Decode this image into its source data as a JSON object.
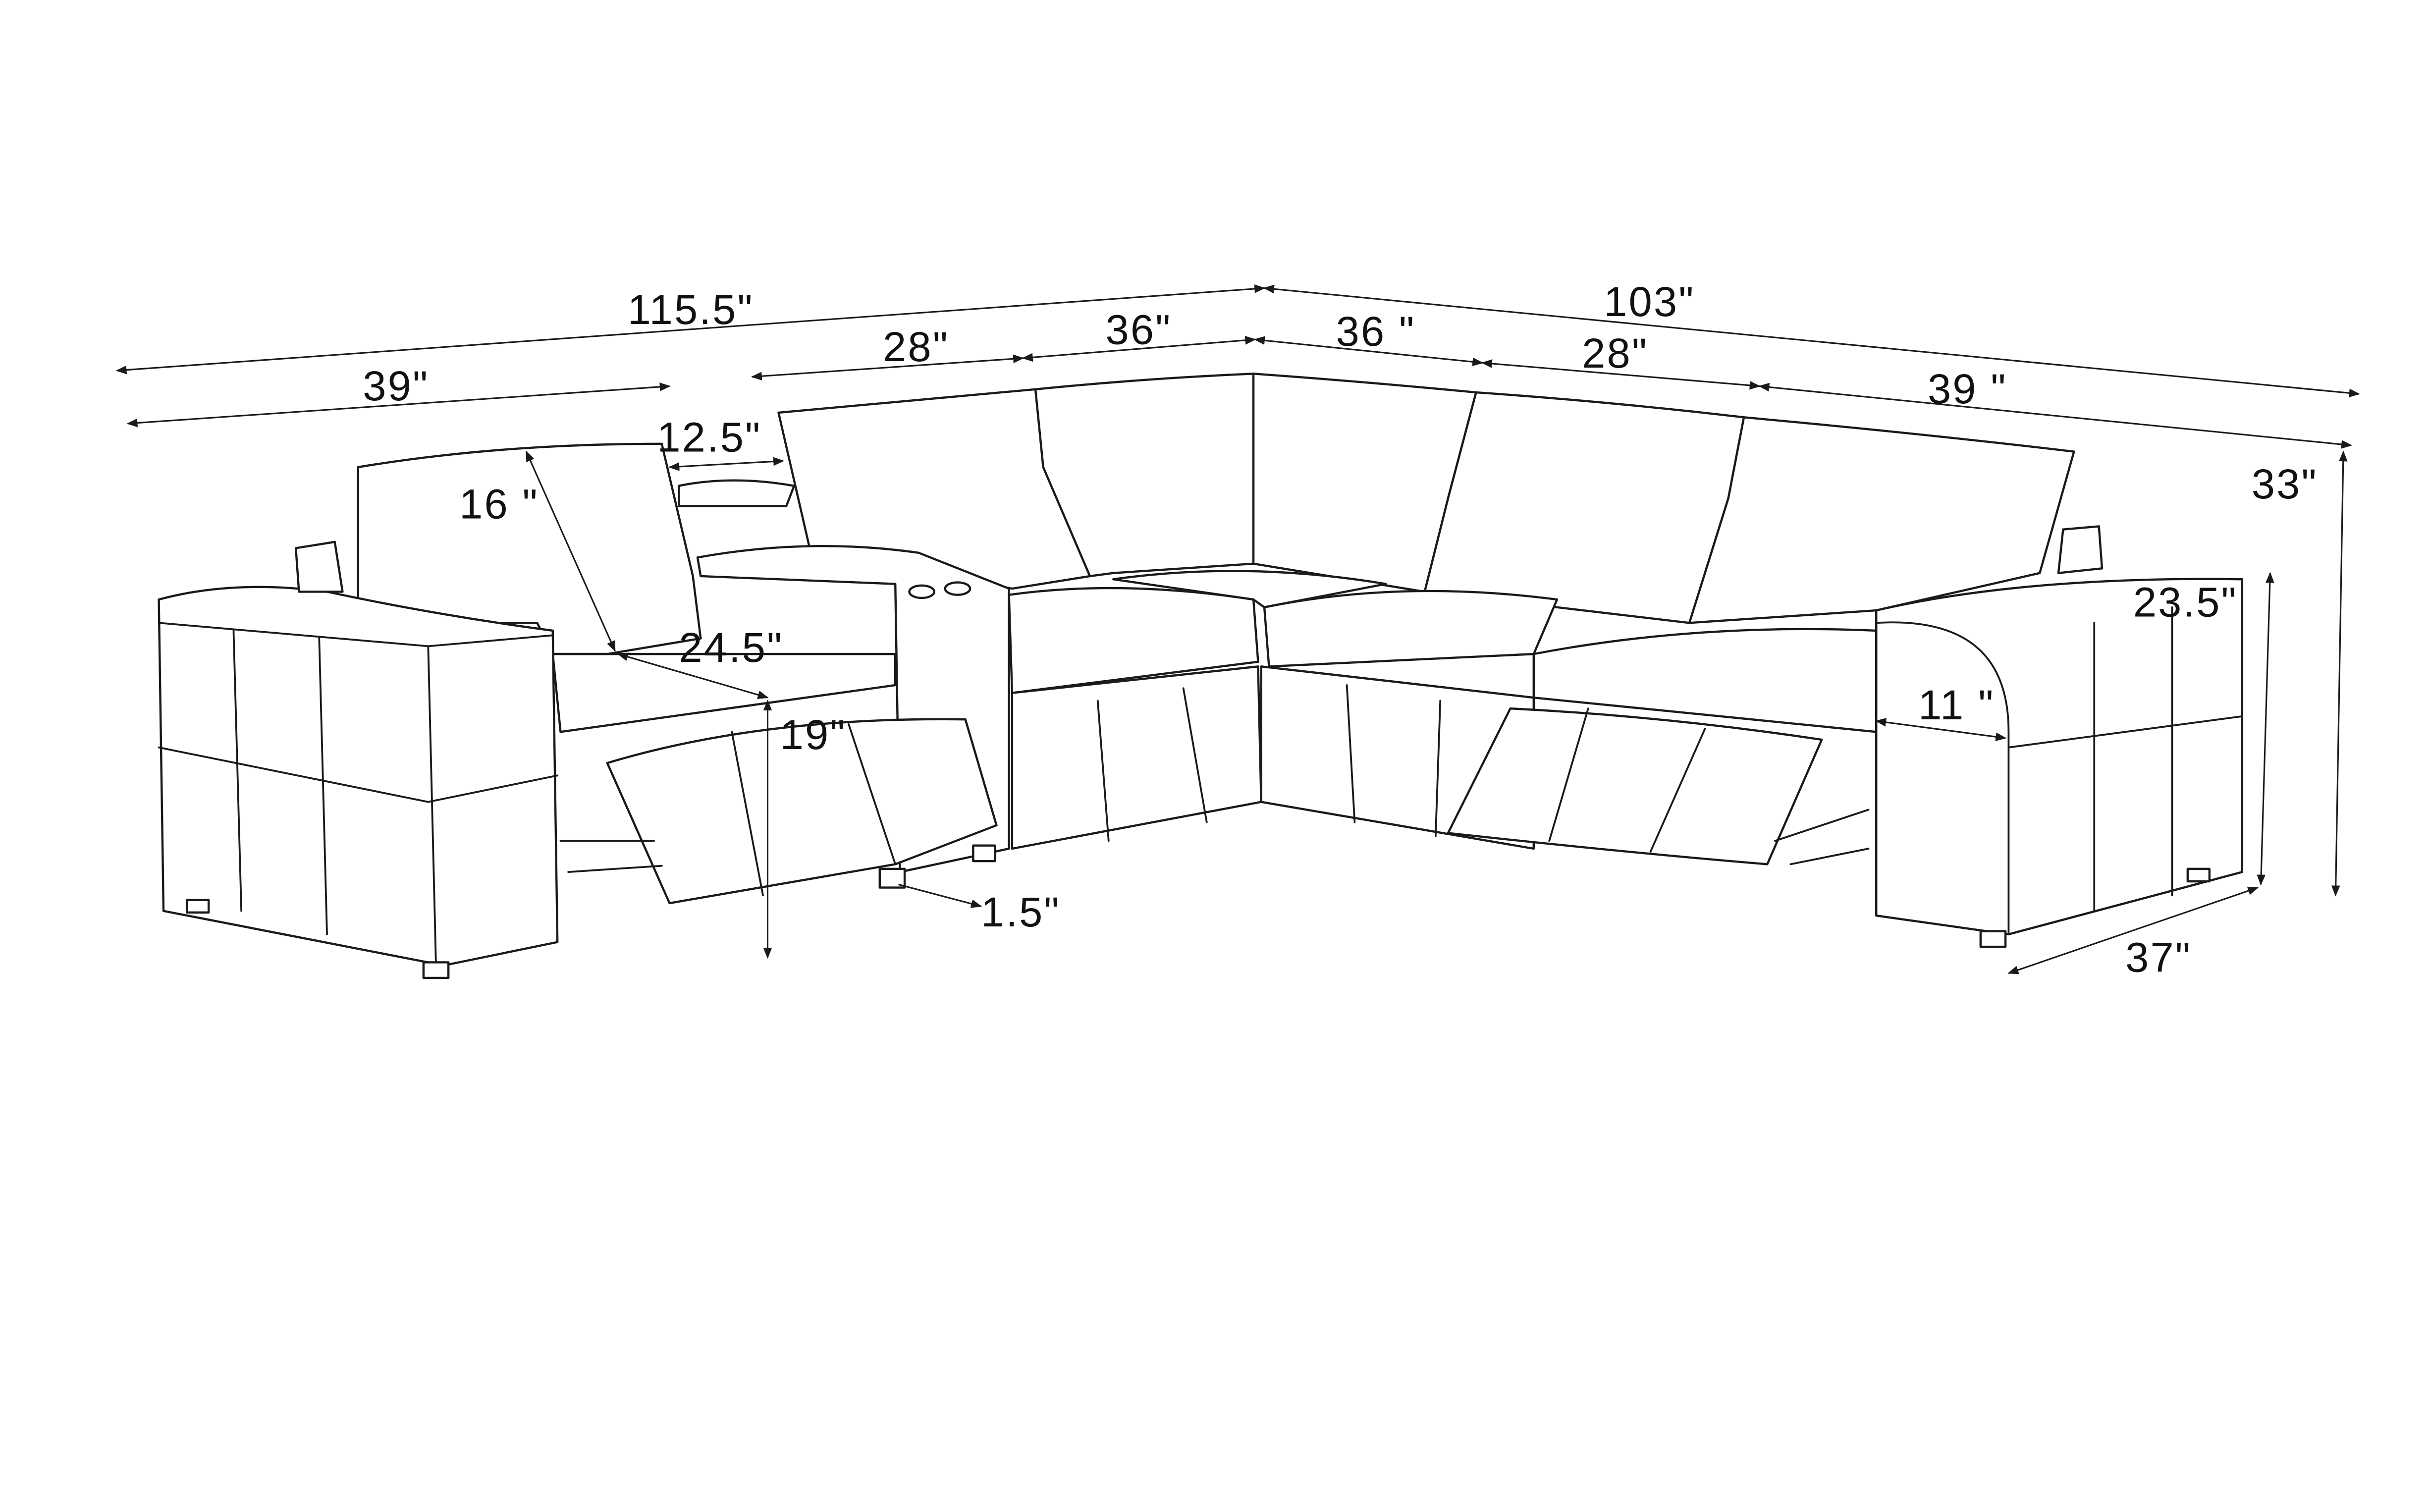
{
  "title": "Sectional sofa dimension drawing",
  "dimensions": {
    "total_left_width": "115.5\"",
    "total_right_width": "103\"",
    "left_chaise_width": "39\"",
    "left_back_seat": "28\"",
    "left_corner_seat": "36\"",
    "right_corner_seat": "36 \"",
    "right_back_seat": "28\"",
    "right_end_width": "39 \"",
    "console_width": "12.5\"",
    "backrest_height": "16 \"",
    "seat_depth": "24.5\"",
    "seat_height": "19\"",
    "leg_height": "1.5\"",
    "total_height": "33\"",
    "arm_height": "23.5\"",
    "arm_width": "11 \"",
    "depth": "37\""
  }
}
